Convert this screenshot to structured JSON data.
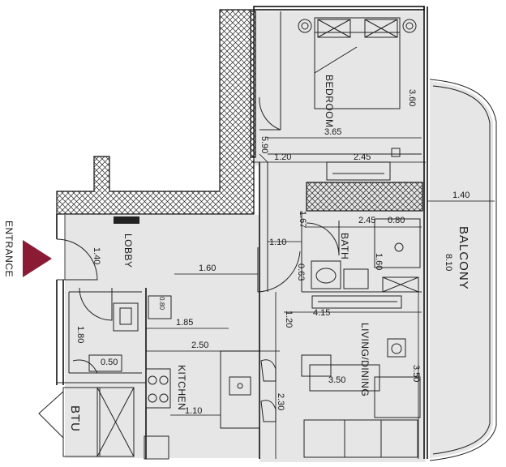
{
  "entrance_label": "ENTRANCE",
  "rooms": {
    "bedroom": "BEDROOM",
    "lobby": "LOBBY",
    "bath": "BATH",
    "balcony": "BALCONY",
    "living": "LIVING/DINING",
    "kitchen": "KITCHEN",
    "btu": "BTU"
  },
  "dimensions": {
    "bed_height": "3.60",
    "bed_width": "3.65",
    "bed_depth": "5.90",
    "corridor_1_20": "1.20",
    "wardrobe_2_45": "2.45",
    "balcony_depth": "1.40",
    "balcony_length": "8.10",
    "bath_2_45": "2.45",
    "bath_0_80": "0.80",
    "bath_1_67": "1.67",
    "bath_1_10": "1.10",
    "bath_1_60": "1.60",
    "bath_0_63": "0.63",
    "lobby_1_40": "1.40",
    "lobby_1_60": "1.60",
    "living_1_20": "1.20",
    "living_4_15": "4.15",
    "store_1_85": "1.85",
    "store_0_80": "0.80",
    "store_1_80": "1.80",
    "store_0_50": "0.50",
    "kitchen_2_50": "2.50",
    "kitchen_1_10": "1.10",
    "kitchen_2_30": "2.30",
    "living_3_50_h": "3.50",
    "living_3_50_v": "3.50"
  },
  "colors": {
    "floor": "#e6e6e6",
    "wall": "#111111",
    "entrance_arrow": "#8b1a35"
  }
}
